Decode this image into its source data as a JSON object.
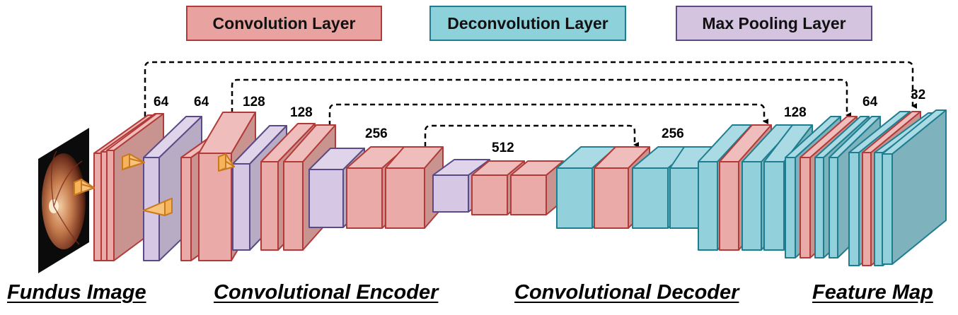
{
  "legend": {
    "conv": {
      "label": "Convolution Layer",
      "color": "#e8a3a0"
    },
    "deconv": {
      "label": "Deconvolution Layer",
      "color": "#8dd1db"
    },
    "pool": {
      "label": "Max Pooling Layer",
      "color": "#d4c4e0"
    }
  },
  "colors": {
    "conv_face": "#eaaba8",
    "conv_border": "#b23a38",
    "deconv_face": "#92d0dc",
    "deconv_border": "#1e7e90",
    "pool_face": "#d6c8e4",
    "pool_border": "#5a4a86",
    "connector": "#000000",
    "kernel": "#f2a94a"
  },
  "channel_labels": {
    "c64a": "64",
    "c64b": "64",
    "c128a": "128",
    "c128b": "128",
    "c256a": "256",
    "c512": "512",
    "c256b": "256",
    "c128c": "128",
    "c64c": "64",
    "c32": "32"
  },
  "sections": {
    "fundus": "Fundus Image",
    "encoder": "Convolutional Encoder",
    "decoder": "Convolutional Decoder",
    "feature": "Feature Map"
  }
}
